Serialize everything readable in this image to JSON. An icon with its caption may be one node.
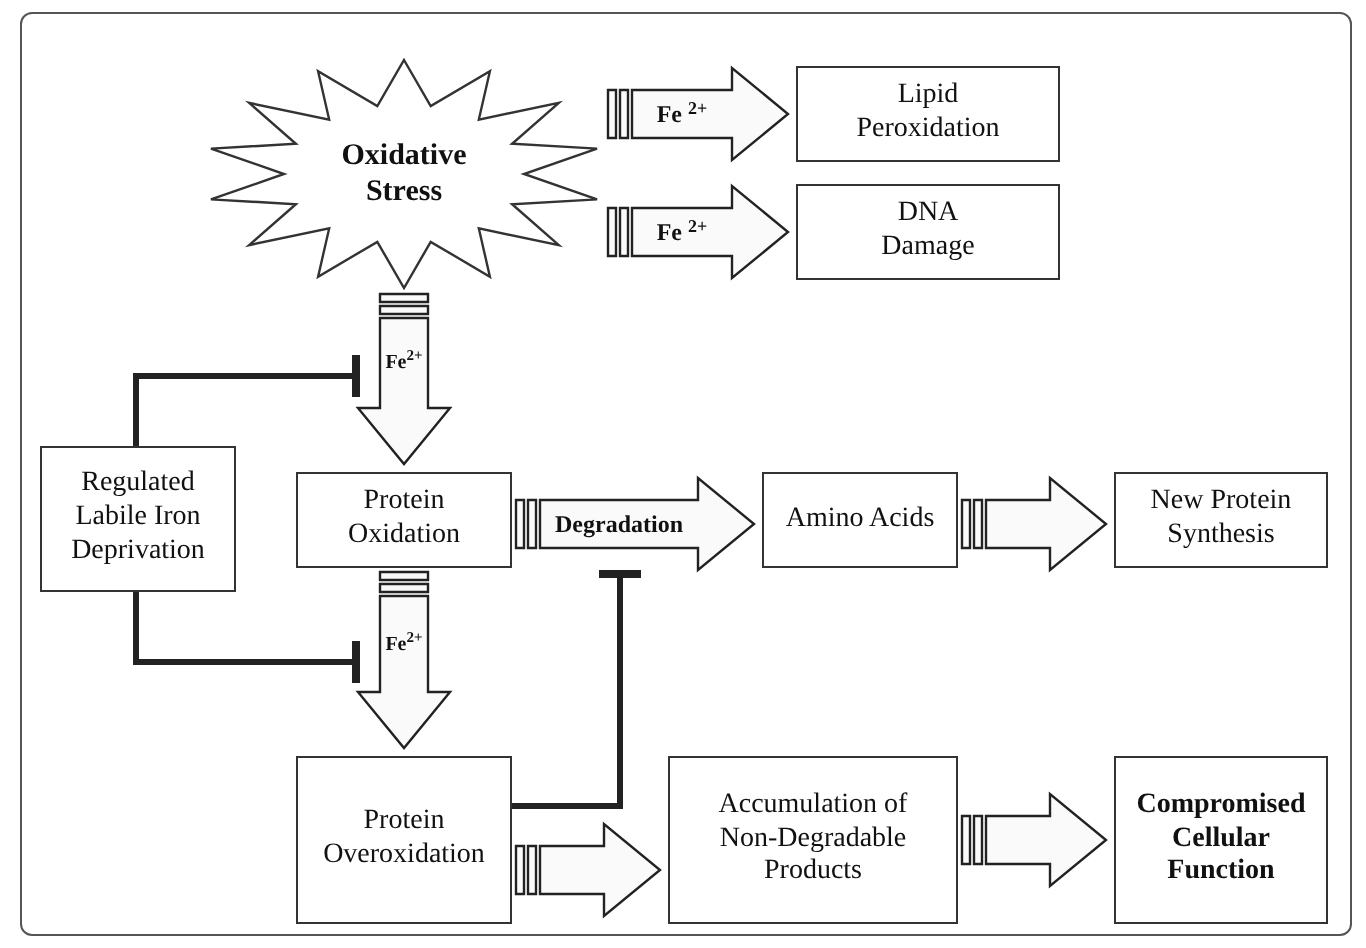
{
  "diagram": {
    "nodes": [
      {
        "text": [
          "Oxidative Stress"
        ]
      },
      {
        "text": [
          "Lipid Peroxidation"
        ]
      },
      {
        "text": [
          "DNA Damage"
        ]
      },
      {
        "text": [
          "Regulated Labile Iron Deprivation"
        ]
      },
      {
        "text": [
          "Protein Oxidation"
        ]
      },
      {
        "text": [
          "Amino Acids"
        ]
      },
      {
        "text": [
          "New Protein Synthesis"
        ]
      },
      {
        "text": [
          "Protein Overoxidation"
        ]
      },
      {
        "text": [
          "Accumulation of Non-Degradable Products"
        ]
      },
      {
        "text": [
          "Compromised Cellular Function"
        ]
      }
    ],
    "edges": [
      {
        "from": 0,
        "to": 1,
        "arrow": "to",
        "label": "Fe $^{2+}$"
      },
      {
        "from": 0,
        "to": 2,
        "arrow": "to",
        "label": "Fe $^{2+}$"
      },
      {
        "from": 0,
        "to": 4,
        "arrow": "to",
        "label": "Fe$^{2+}$"
      },
      {
        "from": 3,
        "to": null,
        "arrow": "other"
      },
      {
        "from": 3,
        "to": null,
        "arrow": "other"
      },
      {
        "from": 4,
        "to": 5,
        "arrow": "to",
        "label": "Degradation"
      },
      {
        "from": 5,
        "to": 6,
        "arrow": "to"
      },
      {
        "from": 4,
        "to": 7,
        "arrow": "to",
        "label": "Fe$^{2+}$"
      },
      {
        "from": 7,
        "to": null,
        "arrow": "other"
      },
      {
        "from": 7,
        "to": 8,
        "arrow": "to"
      },
      {
        "from": 8,
        "to": 9,
        "arrow": "to"
      }
    ]
  }
}
